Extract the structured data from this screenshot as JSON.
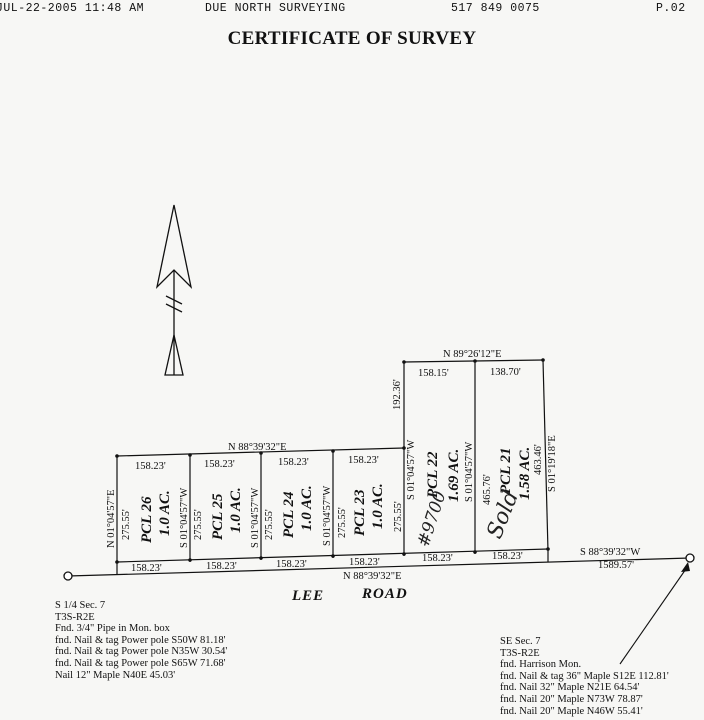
{
  "header": {
    "date_time": "JUL-22-2005 11:48 AM",
    "company": "DUE NORTH SURVEYING",
    "phone": "517 849 0075",
    "page": "P.02"
  },
  "title": "CERTIFICATE OF SURVEY",
  "road": {
    "word1": "LEE",
    "word2": "ROAD"
  },
  "bearings": {
    "top_north": "N 88°39'32\"E",
    "top_north_pcl22": "N 89°26'12\"E",
    "bottom_road": "N 88°39'32\"E",
    "east_road": "S 88°39'32\"W",
    "east_road_distance": "1589.57'"
  },
  "parcels": [
    {
      "id": "pcl26",
      "name": "PCL 26",
      "acres": "1.0 AC.",
      "top": "158.23'",
      "bottom": "158.23'",
      "left_bearing": "N 01°04'57\"E",
      "left_dist": "275.55'"
    },
    {
      "id": "pcl25",
      "name": "PCL 25",
      "acres": "1.0 AC.",
      "top": "158.23'",
      "bottom": "158.23'",
      "left_bearing": "S 01°04'57\"W",
      "left_dist": "275.55'"
    },
    {
      "id": "pcl24",
      "name": "PCL 24",
      "acres": "1.0 AC.",
      "top": "158.23'",
      "bottom": "158.23'",
      "left_bearing": "S 01°04'57\"W",
      "left_dist": "275.55'"
    },
    {
      "id": "pcl23",
      "name": "PCL 23",
      "acres": "1.0 AC.",
      "top": "158.23'",
      "bottom": "158.23'",
      "left_bearing": "S 01°04'57\"W",
      "left_dist": "275.55'"
    },
    {
      "id": "pcl22",
      "name": "PCL 22",
      "acres": "1.69 AC.",
      "top": "158.15'",
      "bottom": "158.23'",
      "left_bearing": "S 01°04'57\"W",
      "left_dist": "192.36'",
      "right_dist": "275.55'"
    },
    {
      "id": "pcl21",
      "name": "PCL 21",
      "acres": "1.58 AC.",
      "top": "138.70'",
      "bottom": "158.23'",
      "left_bearing": "S 01°04'57\"W",
      "left_dist": "465.76'",
      "right_bearing": "S 01°19'18\"E",
      "right_dist": "463.46'"
    }
  ],
  "handwriting": {
    "pcl22": "#9700",
    "pcl21": "Sold"
  },
  "notes_left": [
    "S 1/4 Sec. 7",
    "T3S-R2E",
    "Fnd. 3/4\" Pipe in Mon. box",
    "fnd. Nail & tag Power pole S50W 81.18'",
    "fnd. Nail & tag Power pole N35W 30.54'",
    "fnd. Nail & tag Power pole S65W 71.68'",
    "Nail 12\" Maple N40E 45.03'"
  ],
  "notes_right": [
    "SE Sec. 7",
    "T3S-R2E",
    "fnd. Harrison Mon.",
    "fnd. Nail & tag 36\" Maple S12E 112.81'",
    "fnd. Nail 32\" Maple N21E 64.54'",
    "fnd. Nail 20\" Maple N73W 78.87'",
    "fnd. Nail 20\" Maple N46W 55.41'"
  ]
}
